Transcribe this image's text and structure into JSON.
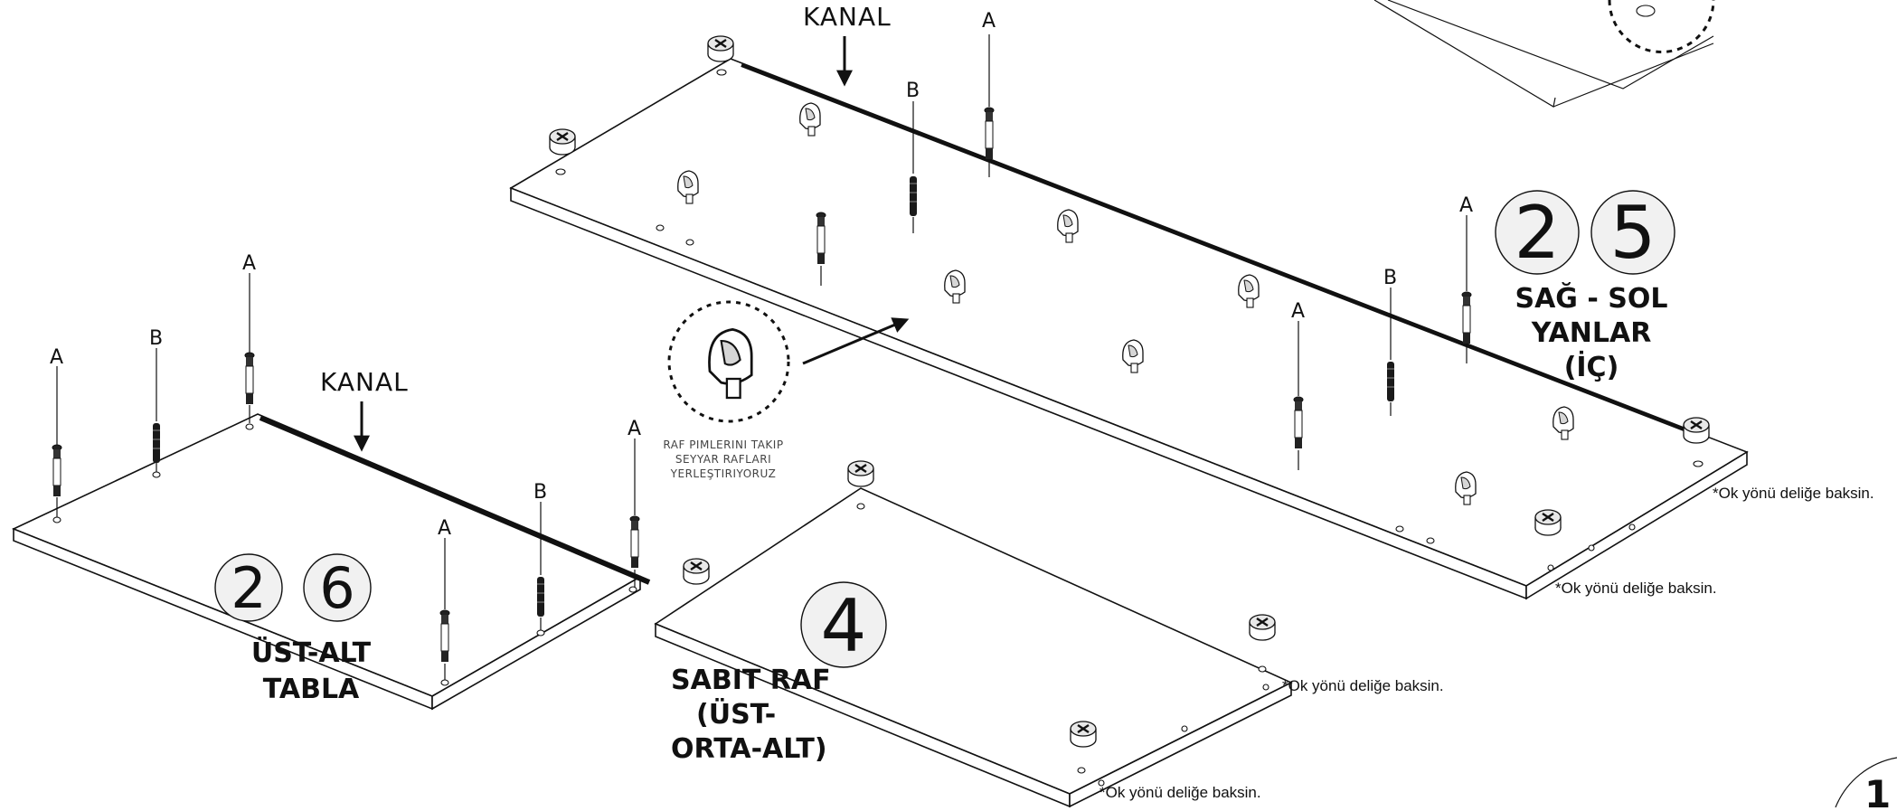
{
  "colors": {
    "ink": "#111111",
    "badge_fill": "#f1f1f1",
    "paper": "#ffffff"
  },
  "labels": {
    "pin_a": "A",
    "dowel_b": "B",
    "kanal": "KANAL"
  },
  "panel_tabla": {
    "badges": [
      "2",
      "6"
    ],
    "title_line1": "ÜST-ALT",
    "title_line2": "TABLA"
  },
  "panel_raf": {
    "badges": [
      "4"
    ],
    "title_line1": "SABIT RAF",
    "title_line2": "(ÜST-",
    "title_line3": "ORTA-ALT)"
  },
  "panel_yan": {
    "badges": [
      "2",
      "5"
    ],
    "title_line1": "SAĞ - SOL",
    "title_line2": "YANLAR",
    "title_line3": "(İÇ)"
  },
  "callout": {
    "line1": "RAF PIMLERINI  TAKIP",
    "line2": "SEYYAR RAFLARI",
    "line3": "YERLEŞTIRIYORUZ"
  },
  "notes": {
    "arrow_hole": "*Ok yönü deliğe baksin."
  },
  "page_number": "1"
}
